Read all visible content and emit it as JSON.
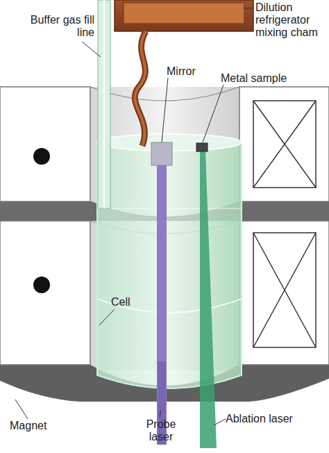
{
  "diagram": {
    "labels": [
      "Dilution refrigerator mixing cham",
      "Buffer gas fill line",
      "Mirror",
      "Metal sample",
      "Cell",
      "Magnet",
      "Probe laser",
      "Ablation laser"
    ]
  }
}
